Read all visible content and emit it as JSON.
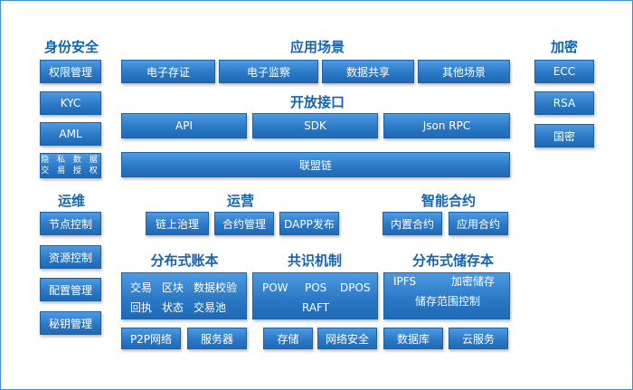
{
  "left": {
    "identity": {
      "title": "身份安全",
      "items": [
        "权限管理",
        "KYC",
        "AML"
      ],
      "privacy": [
        "隐 私 数 据",
        "交 易 授 权"
      ]
    },
    "ops": {
      "title": "运维",
      "items": [
        "节点控制",
        "资源控制",
        "配置管理",
        "秘钥管理"
      ]
    }
  },
  "app": {
    "title": "应用场景",
    "items": [
      "电子存证",
      "电子监察",
      "数据共享",
      "其他场景"
    ]
  },
  "api": {
    "title": "开放接口",
    "items": [
      "API",
      "SDK",
      "Json RPC"
    ],
    "chain": "联盟链"
  },
  "crypto": {
    "title": "加密",
    "items": [
      "ECC",
      "RSA",
      "国密"
    ]
  },
  "operation": {
    "title": "运营",
    "items": [
      "链上治理",
      "合约管理",
      "DAPP发布"
    ]
  },
  "contract": {
    "title": "智能合约",
    "items": [
      "内置合约",
      "应用合约"
    ]
  },
  "ledger": {
    "title": "分布式账本",
    "cells": [
      "交易",
      "区块",
      "数据校验",
      "回执",
      "状态",
      "交易池"
    ],
    "bottom": [
      "P2P网络",
      "服务器"
    ]
  },
  "consensus": {
    "title": "共识机制",
    "items": [
      "POW",
      "POS",
      "DPOS",
      "RAFT"
    ],
    "bottom": [
      "存储",
      "网络安全"
    ]
  },
  "storage": {
    "title": "分布式储存本",
    "items": [
      "IPFS",
      "加密储存",
      "储存范围控制"
    ],
    "bottom": [
      "数据库",
      "云服务"
    ]
  }
}
